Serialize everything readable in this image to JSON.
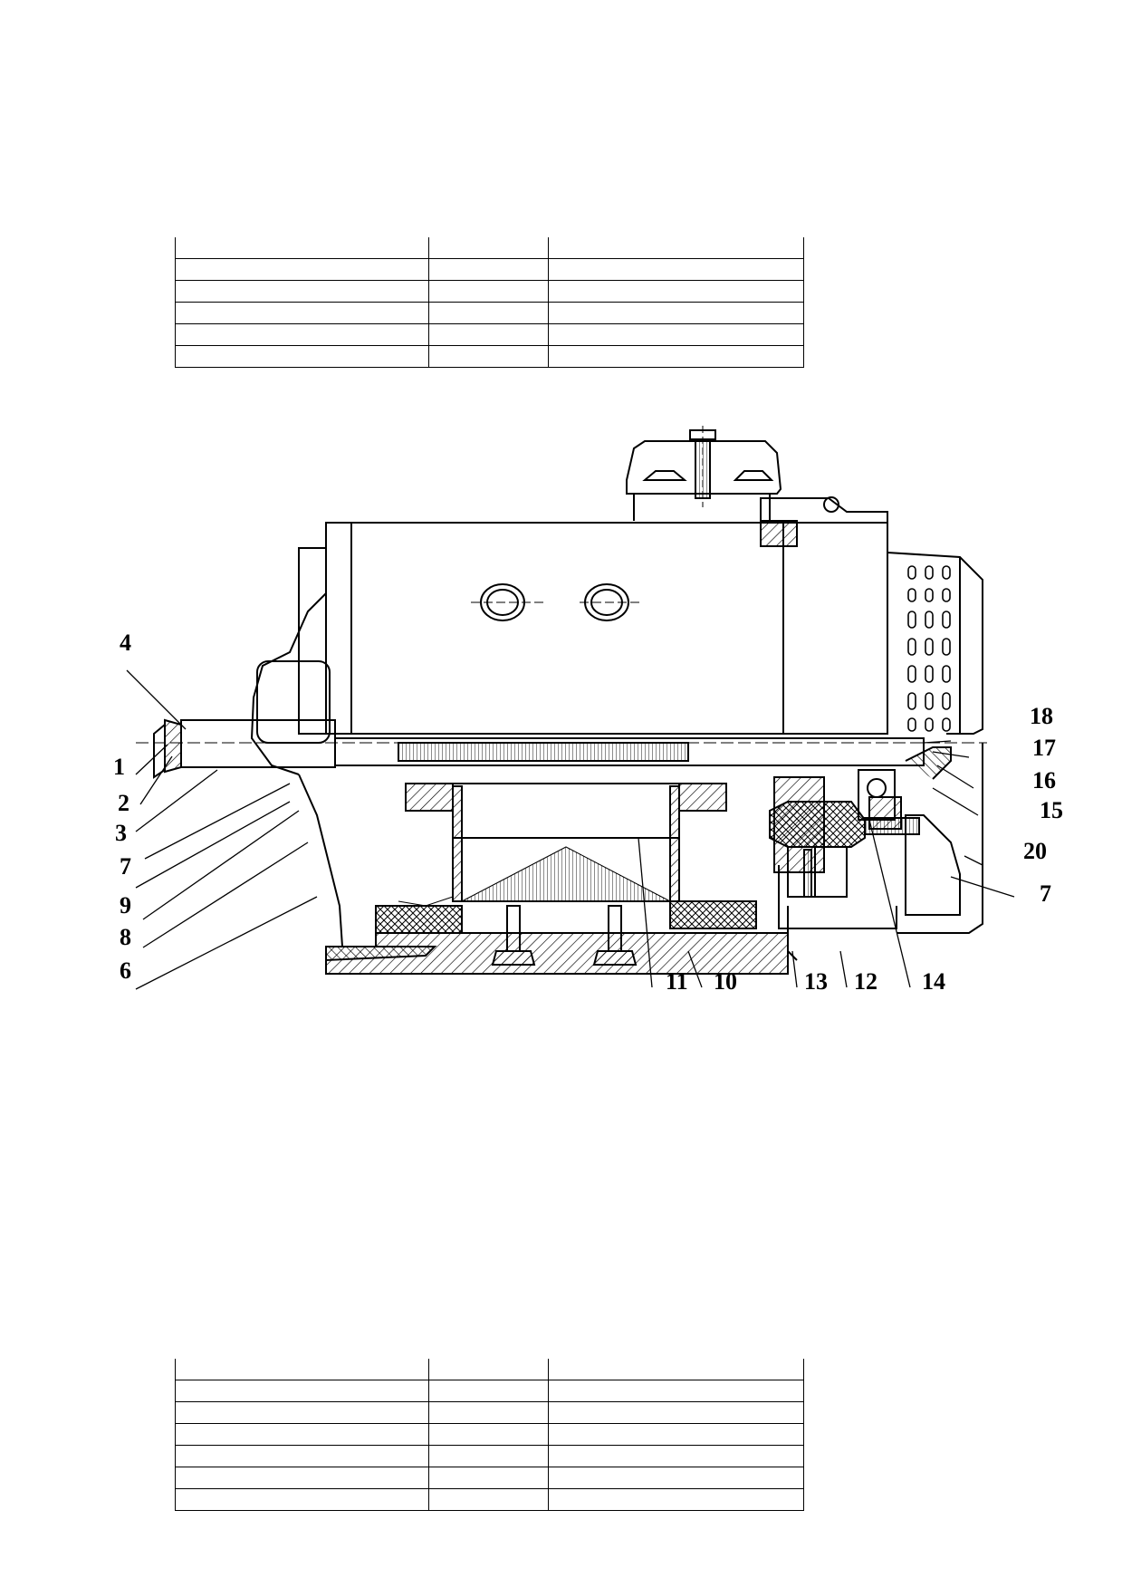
{
  "tables": {
    "top": {
      "rows": 6,
      "cols": 3
    },
    "bottom": {
      "rows": 7,
      "cols": 3
    }
  },
  "diagram": {
    "callouts": {
      "c1": "1",
      "c2": "2",
      "c3": "3",
      "c4": "4",
      "c6": "6",
      "c7a": "7",
      "c7b": "7",
      "c8": "8",
      "c9": "9",
      "c10": "10",
      "c11": "11",
      "c12": "12",
      "c13": "13",
      "c14": "14",
      "c15": "15",
      "c16": "16",
      "c17": "17",
      "c18": "18",
      "c20": "20"
    }
  }
}
